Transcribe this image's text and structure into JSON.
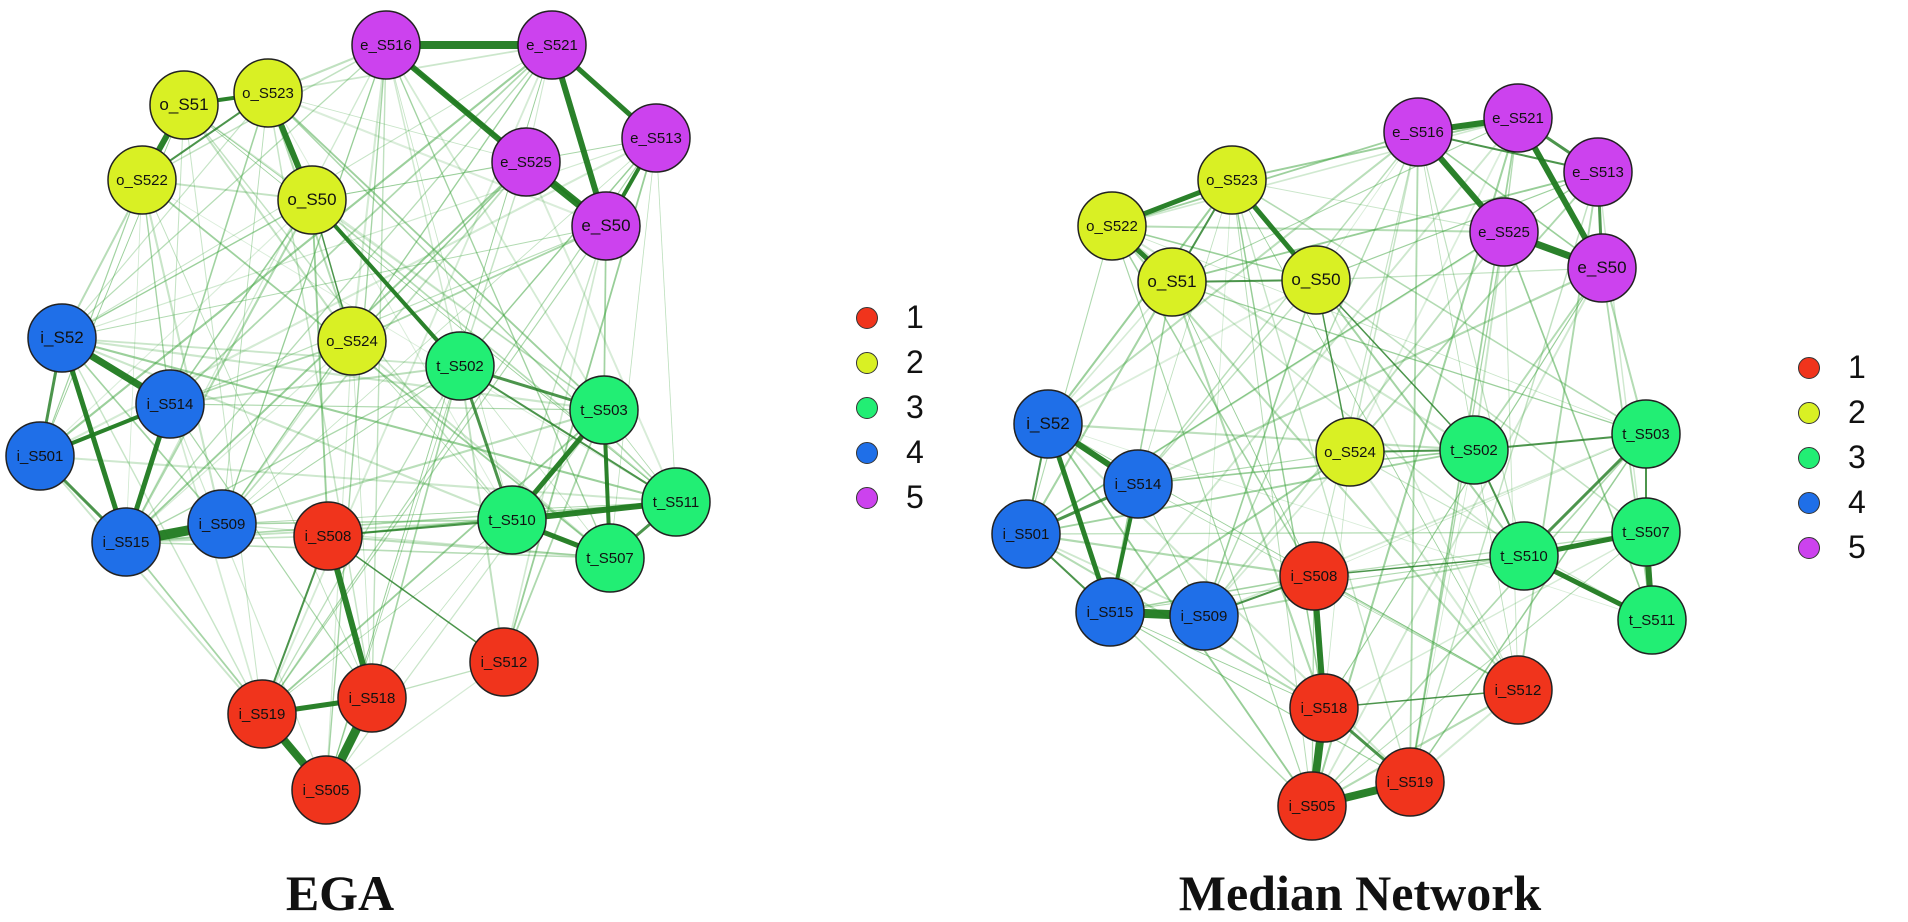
{
  "colors": {
    "1": "#f0341c",
    "2": "#d9f024",
    "3": "#22ee74",
    "4": "#1f6fe8",
    "5": "#cc42ee",
    "edge": "#1f7a1f"
  },
  "legend": [
    {
      "label": "1",
      "community": "1"
    },
    {
      "label": "2",
      "community": "2"
    },
    {
      "label": "3",
      "community": "3"
    },
    {
      "label": "4",
      "community": "4"
    },
    {
      "label": "5",
      "community": "5"
    }
  ],
  "panels": [
    {
      "title": "EGA",
      "nodes": [
        {
          "id": "e_S516",
          "community": "5"
        },
        {
          "id": "e_S521",
          "community": "5"
        },
        {
          "id": "e_S513",
          "community": "5"
        },
        {
          "id": "e_S525",
          "community": "5"
        },
        {
          "id": "e_S50",
          "community": "5"
        },
        {
          "id": "o_S51",
          "community": "2"
        },
        {
          "id": "o_S523",
          "community": "2"
        },
        {
          "id": "o_S522",
          "community": "2"
        },
        {
          "id": "o_S50",
          "community": "2"
        },
        {
          "id": "o_S524",
          "community": "2"
        },
        {
          "id": "t_S502",
          "community": "3"
        },
        {
          "id": "t_S503",
          "community": "3"
        },
        {
          "id": "t_S510",
          "community": "3"
        },
        {
          "id": "t_S511",
          "community": "3"
        },
        {
          "id": "t_S507",
          "community": "3"
        },
        {
          "id": "i_S52",
          "community": "4"
        },
        {
          "id": "i_S514",
          "community": "4"
        },
        {
          "id": "i_S501",
          "community": "4"
        },
        {
          "id": "i_S515",
          "community": "4"
        },
        {
          "id": "i_S509",
          "community": "4"
        },
        {
          "id": "i_S508",
          "community": "1"
        },
        {
          "id": "i_S512",
          "community": "1"
        },
        {
          "id": "i_S519",
          "community": "1"
        },
        {
          "id": "i_S518",
          "community": "1"
        },
        {
          "id": "i_S505",
          "community": "1"
        }
      ]
    },
    {
      "title": "Median Network",
      "nodes": [
        {
          "id": "e_S516",
          "community": "5"
        },
        {
          "id": "e_S521",
          "community": "5"
        },
        {
          "id": "e_S513",
          "community": "5"
        },
        {
          "id": "e_S525",
          "community": "5"
        },
        {
          "id": "e_S50",
          "community": "5"
        },
        {
          "id": "o_S523",
          "community": "2"
        },
        {
          "id": "o_S522",
          "community": "2"
        },
        {
          "id": "o_S51",
          "community": "2"
        },
        {
          "id": "o_S50",
          "community": "2"
        },
        {
          "id": "o_S524",
          "community": "2"
        },
        {
          "id": "t_S502",
          "community": "3"
        },
        {
          "id": "t_S503",
          "community": "3"
        },
        {
          "id": "t_S507",
          "community": "3"
        },
        {
          "id": "t_S510",
          "community": "3"
        },
        {
          "id": "t_S511",
          "community": "3"
        },
        {
          "id": "i_S52",
          "community": "4"
        },
        {
          "id": "i_S514",
          "community": "4"
        },
        {
          "id": "i_S501",
          "community": "4"
        },
        {
          "id": "i_S515",
          "community": "4"
        },
        {
          "id": "i_S509",
          "community": "4"
        },
        {
          "id": "i_S508",
          "community": "1"
        },
        {
          "id": "i_S518",
          "community": "1"
        },
        {
          "id": "i_S512",
          "community": "1"
        },
        {
          "id": "i_S519",
          "community": "1"
        },
        {
          "id": "i_S505",
          "community": "1"
        }
      ]
    }
  ]
}
